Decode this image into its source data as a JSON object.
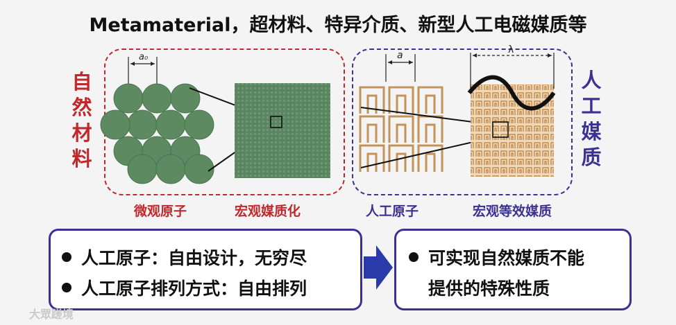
{
  "title": "Metamaterial，超材料、特异介质、新型人工电磁媒质等",
  "left_label": [
    "自",
    "然",
    "材",
    "料"
  ],
  "right_label": [
    "人",
    "工",
    "媒",
    "质"
  ],
  "captions": {
    "micro_atom": "微观原子",
    "macro_medium": "宏观媒质化",
    "artificial_atom": "人工原子",
    "macro_equivalent": "宏观等效媒质"
  },
  "dimension_labels": {
    "a0": "a₀",
    "a": "a",
    "lambda": "λ"
  },
  "left_panel": {
    "bullet1": "人工原子：自由设计，无穷尽",
    "bullet2": "人工原子排列方式：自由排列"
  },
  "right_panel": {
    "line1": "可实现自然媒质不能",
    "line2": "提供的特殊性质"
  },
  "watermark": "大眾蹉境",
  "colors": {
    "natural_red": "#c0282c",
    "artificial_blue": "#3a3192",
    "atom_green": "#5e8a62",
    "srr_copper": "#c4935a"
  }
}
